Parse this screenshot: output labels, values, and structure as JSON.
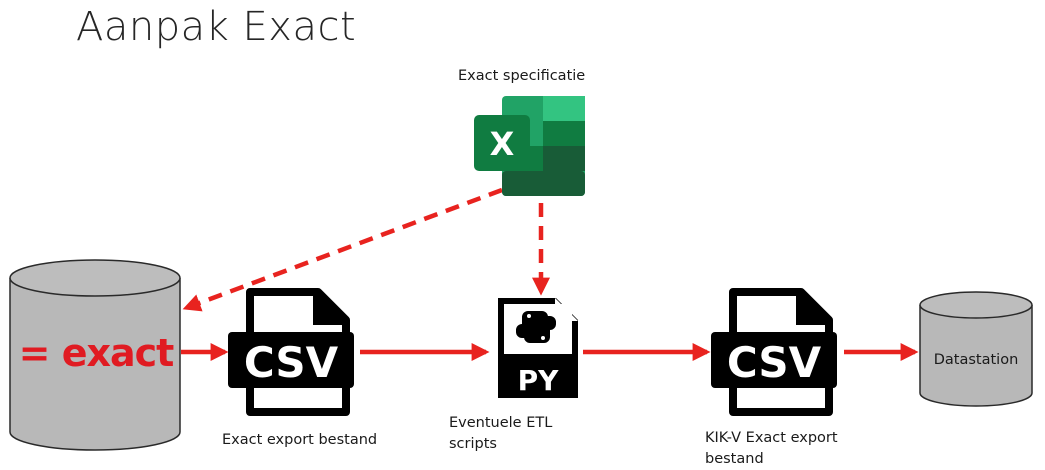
{
  "title": "Aanpak Exact",
  "nodes": {
    "spec": {
      "label": "Exact specificatie",
      "icon": "excel-icon",
      "icon_text": "X"
    },
    "source": {
      "logo_text": "= exact",
      "icon": "database-cylinder-icon"
    },
    "csv_export": {
      "label": "Exact export bestand",
      "icon": "csv-file-icon",
      "icon_text": "CSV"
    },
    "etl": {
      "label_line1": "Eventuele ETL",
      "label_line2": "scripts",
      "icon": "python-file-icon",
      "icon_text": "PY"
    },
    "csv_kikv": {
      "label_line1": "KIK-V Exact export",
      "label_line2": "bestand",
      "icon": "csv-file-icon",
      "icon_text": "CSV"
    },
    "datastation": {
      "label": "Datastation",
      "icon": "database-cylinder-icon"
    }
  },
  "colors": {
    "arrow": "#e8231f",
    "cylinder": "#b8b8b8",
    "cylinder_stroke": "#2a2a2a",
    "exact_red": "#e01b22",
    "excel_green": "#107c41",
    "file_black": "#000000"
  }
}
